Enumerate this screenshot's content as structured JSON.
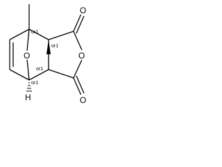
{
  "molecule": {
    "atoms": {
      "bridge_oxygen": "O",
      "ring_oxygen": "O",
      "carbonyl_oxygen_top": "O",
      "carbonyl_oxygen_bottom": "O",
      "bridgehead_hydrogen": "H"
    },
    "stereo_labels": {
      "bridgehead_top": "or1",
      "ring_junction_top": "or1",
      "ring_junction_bottom": "or1",
      "bridgehead_bottom": "or1"
    }
  }
}
